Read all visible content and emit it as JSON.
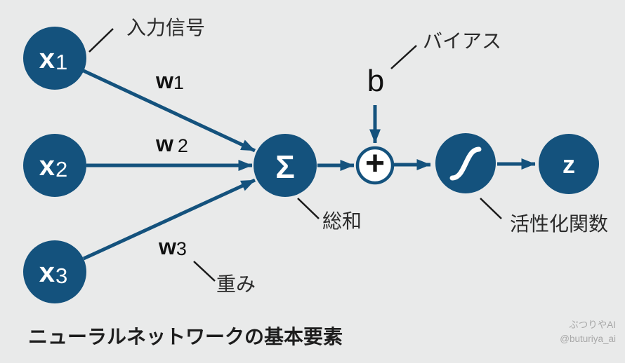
{
  "colors": {
    "background": "#e9eaea",
    "node_fill": "#14527d",
    "arrow": "#14527d",
    "plus_node_fill": "#ffffff",
    "plus_node_border": "#14527d",
    "annotation_line": "#1a1a1a",
    "text": "#1d1d1d",
    "node_text": "#ffffff",
    "watermark": "#a8a8a8"
  },
  "nodes": {
    "x1": {
      "label": "x",
      "sub": "1"
    },
    "x2": {
      "label": "x",
      "sub": "2"
    },
    "x3": {
      "label": "x",
      "sub": "3"
    },
    "sum": {
      "label": "Σ"
    },
    "plus": {
      "label": "+"
    },
    "activation": {
      "icon": "sigmoid-curve"
    },
    "output": {
      "label": "z"
    }
  },
  "weights": {
    "w1": {
      "label": "w",
      "sub": "1"
    },
    "w2": {
      "label": "w",
      "sub": "2"
    },
    "w3": {
      "label": "w",
      "sub": "3"
    }
  },
  "bias": {
    "symbol": "b"
  },
  "annotations": {
    "input_signal": "入力信号",
    "bias": "バイアス",
    "sum": "総和",
    "activation": "活性化関数",
    "weight": "重み"
  },
  "title": "ニューラルネットワークの基本要素",
  "watermark": {
    "line1": "ぶつりやAI",
    "line2": "@buturiya_ai"
  }
}
